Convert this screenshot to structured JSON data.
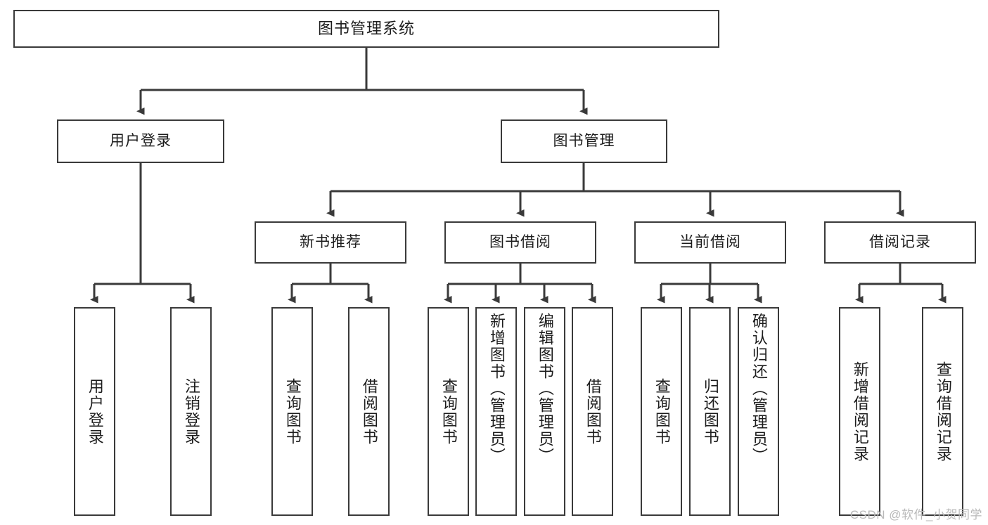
{
  "diagram": {
    "title": "图书管理系统",
    "type": "functional-structure-tree",
    "orientation": "top-down",
    "watermark": "CSDN @软件_小贺同学",
    "colors": {
      "box_border": "#3a3a3a",
      "box_fill": "#ffffff",
      "connector": "#3a3a3a",
      "text": "#1d1d1d",
      "watermark": "#b9b9b9",
      "background": "#ffffff"
    }
  },
  "root": {
    "label": "图书管理系统"
  },
  "level1": [
    {
      "id": "user-login",
      "label": "用户登录"
    },
    {
      "id": "book-manage",
      "label": "图书管理"
    }
  ],
  "level2": [
    {
      "id": "new-book-recommend",
      "label": "新书推荐"
    },
    {
      "id": "book-borrow",
      "label": "图书借阅"
    },
    {
      "id": "current-borrow",
      "label": "当前借阅"
    },
    {
      "id": "borrow-record",
      "label": "借阅记录"
    }
  ],
  "leaves": {
    "user_login": [
      {
        "id": "leaf-user-login",
        "label": "用户登录"
      },
      {
        "id": "leaf-logout",
        "label": "注销登录"
      }
    ],
    "new_book_recommend": [
      {
        "id": "leaf-query-book-1",
        "label": "查询图书"
      },
      {
        "id": "leaf-borrow-book-1",
        "label": "借阅图书"
      }
    ],
    "book_borrow": [
      {
        "id": "leaf-query-book-2",
        "label": "查询图书"
      },
      {
        "id": "leaf-add-book",
        "label": "新增图书（管理员）"
      },
      {
        "id": "leaf-edit-book",
        "label": "编辑图书（管理员）"
      },
      {
        "id": "leaf-borrow-book-2",
        "label": "借阅图书"
      }
    ],
    "current_borrow": [
      {
        "id": "leaf-query-book-3",
        "label": "查询图书"
      },
      {
        "id": "leaf-return-book",
        "label": "归还图书"
      },
      {
        "id": "leaf-confirm-return",
        "label": "确认归还（管理员）"
      }
    ],
    "borrow_record": [
      {
        "id": "leaf-add-record",
        "label": "新增借阅记录"
      },
      {
        "id": "leaf-query-record",
        "label": "查询借阅记录"
      }
    ]
  }
}
